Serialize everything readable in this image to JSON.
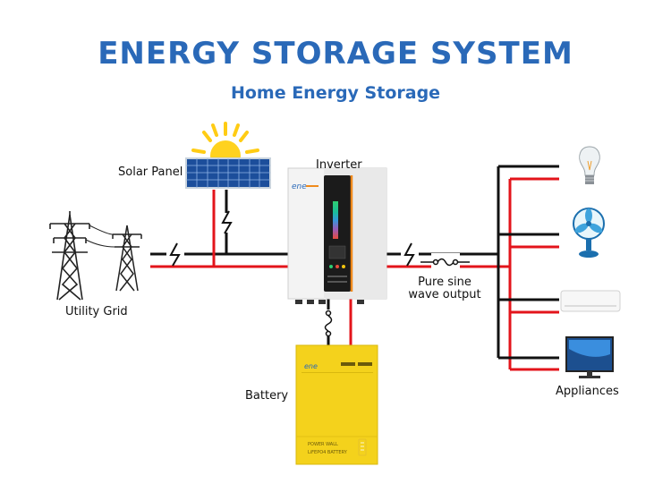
{
  "header": {
    "title": "ENERGY STORAGE SYSTEM",
    "subtitle": "Home Energy Storage"
  },
  "labels": {
    "solar_panel": "Solar Panel",
    "inverter": "Inverter",
    "utility_grid": "Utility Grid",
    "output_line1": "Pure sine",
    "output_line2": "wave output",
    "battery": "Battery",
    "appliances": "Appliances"
  },
  "battery_device": {
    "brand": "ene",
    "line1": "POWER WALL",
    "line2": "LiFEPO4 BATTERY"
  },
  "inverter_device": {
    "brand": "ene"
  },
  "colors": {
    "title_blue": "#2a69b8",
    "wire_red": "#e3141b",
    "wire_black": "#111111",
    "battery_yellow": "#f4d21c",
    "accent_orange": "#f08a1c"
  },
  "appliance_icons": [
    "light-bulb-icon",
    "fan-icon",
    "air-conditioner-icon",
    "television-icon"
  ]
}
